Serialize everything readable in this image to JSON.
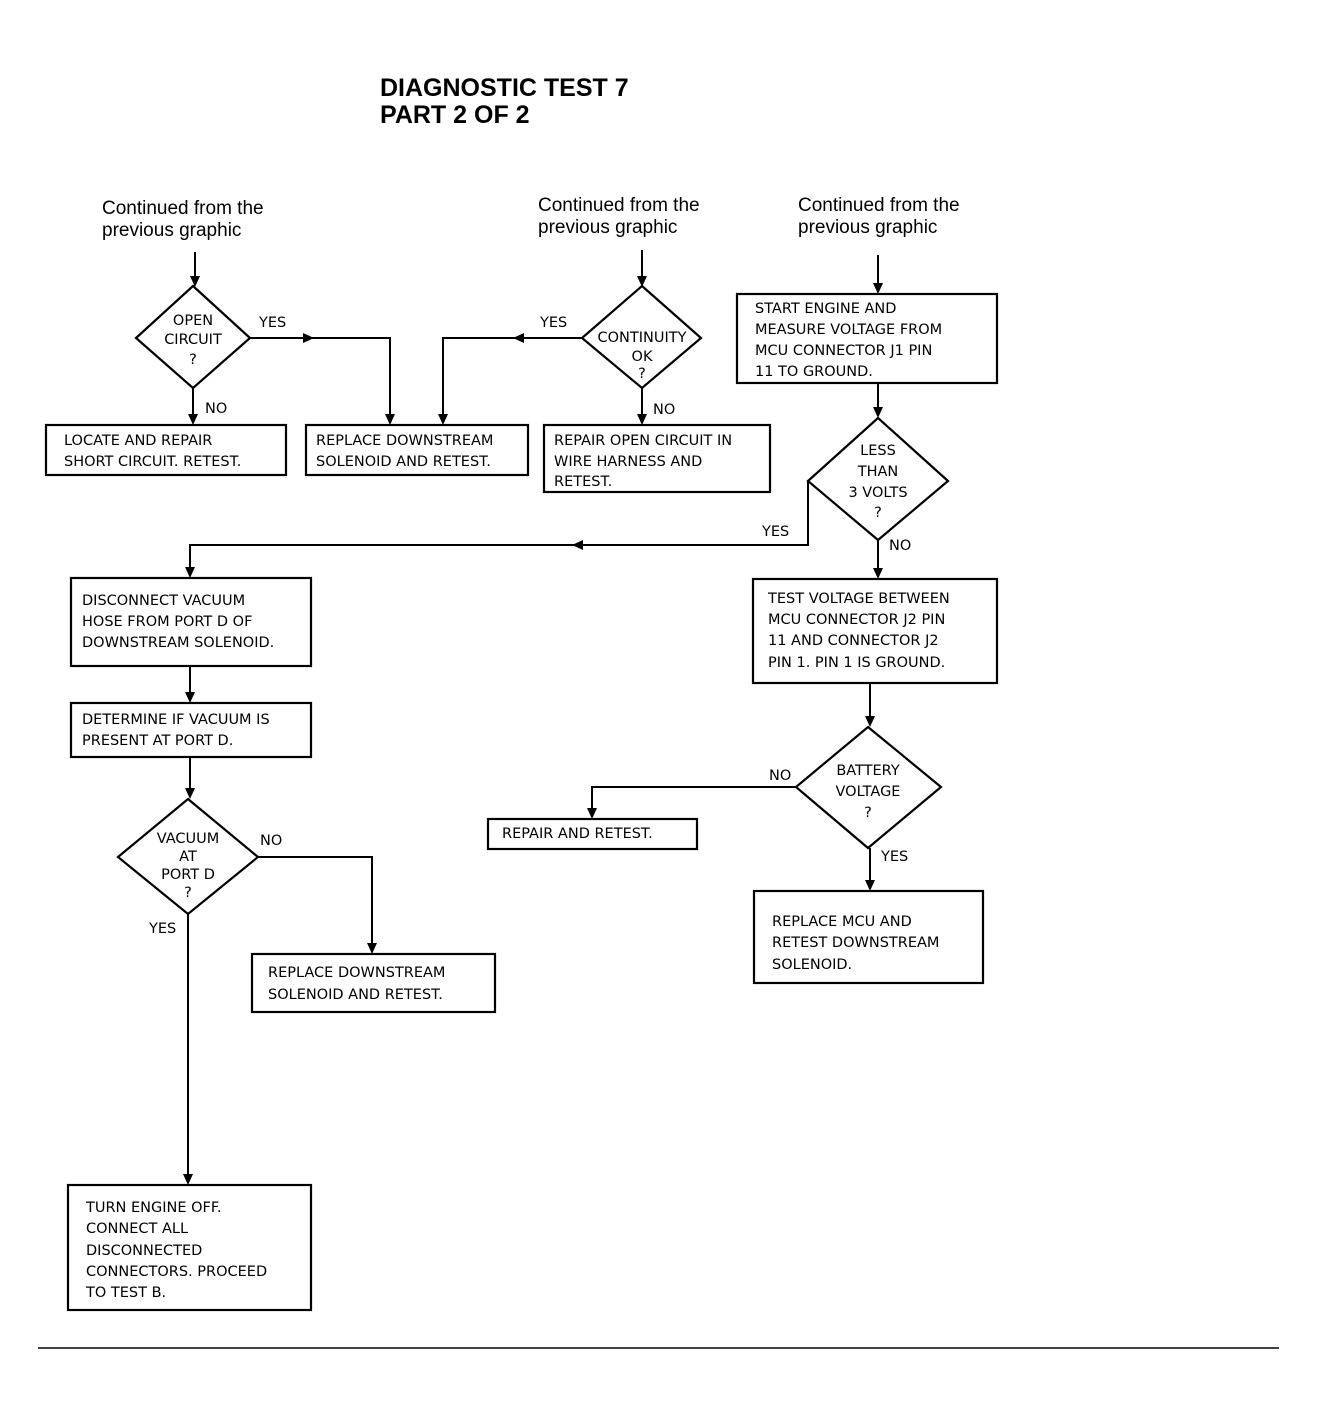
{
  "title": {
    "line1": "DIAGNOSTIC TEST 7",
    "line2": "PART 2 OF 2"
  },
  "continued": [
    {
      "line1": "Continued from the",
      "line2": "previous graphic"
    },
    {
      "line1": "Continued from the",
      "line2": "previous graphic"
    },
    {
      "line1": "Continued from the",
      "line2": "previous graphic"
    }
  ],
  "nodes": {
    "open_circuit": [
      "OPEN",
      "CIRCUIT",
      "?"
    ],
    "locate_repair_short": [
      "LOCATE AND REPAIR",
      "SHORT CIRCUIT. RETEST."
    ],
    "replace_downstream_1": [
      "REPLACE DOWNSTREAM",
      "SOLENOID AND RETEST."
    ],
    "continuity_ok": [
      "CONTINUITY",
      "OK",
      "?"
    ],
    "repair_open_circuit": [
      "REPAIR OPEN CIRCUIT IN",
      "WIRE HARNESS AND",
      "RETEST."
    ],
    "start_engine": [
      "START ENGINE AND",
      "MEASURE VOLTAGE FROM",
      "MCU CONNECTOR J1 PIN",
      "11 TO GROUND."
    ],
    "less_than_3v": [
      "LESS",
      "THAN",
      "3 VOLTS",
      "?"
    ],
    "disconnect_vacuum": [
      "DISCONNECT VACUUM",
      "HOSE FROM PORT D OF",
      "DOWNSTREAM SOLENOID."
    ],
    "determine_vacuum": [
      "DETERMINE IF VACUUM IS",
      "PRESENT AT PORT D."
    ],
    "vacuum_at_port_d": [
      "VACUUM",
      "AT",
      "PORT D",
      "?"
    ],
    "replace_downstream_2": [
      "REPLACE DOWNSTREAM",
      "SOLENOID AND RETEST."
    ],
    "turn_engine_off": [
      "TURN ENGINE OFF.",
      "CONNECT ALL",
      "DISCONNECTED",
      "CONNECTORS. PROCEED",
      "TO TEST B."
    ],
    "test_voltage": [
      "TEST VOLTAGE BETWEEN",
      "MCU CONNECTOR J2 PIN",
      "11 AND CONNECTOR J2",
      "PIN 1. PIN 1 IS GROUND."
    ],
    "battery_voltage": [
      "BATTERY",
      "VOLTAGE",
      "?"
    ],
    "repair_and_retest": [
      "REPAIR AND RETEST."
    ],
    "replace_mcu": [
      "REPLACE MCU AND",
      "RETEST DOWNSTREAM",
      "SOLENOID."
    ]
  },
  "labels": {
    "yes": "YES",
    "no": "NO"
  }
}
